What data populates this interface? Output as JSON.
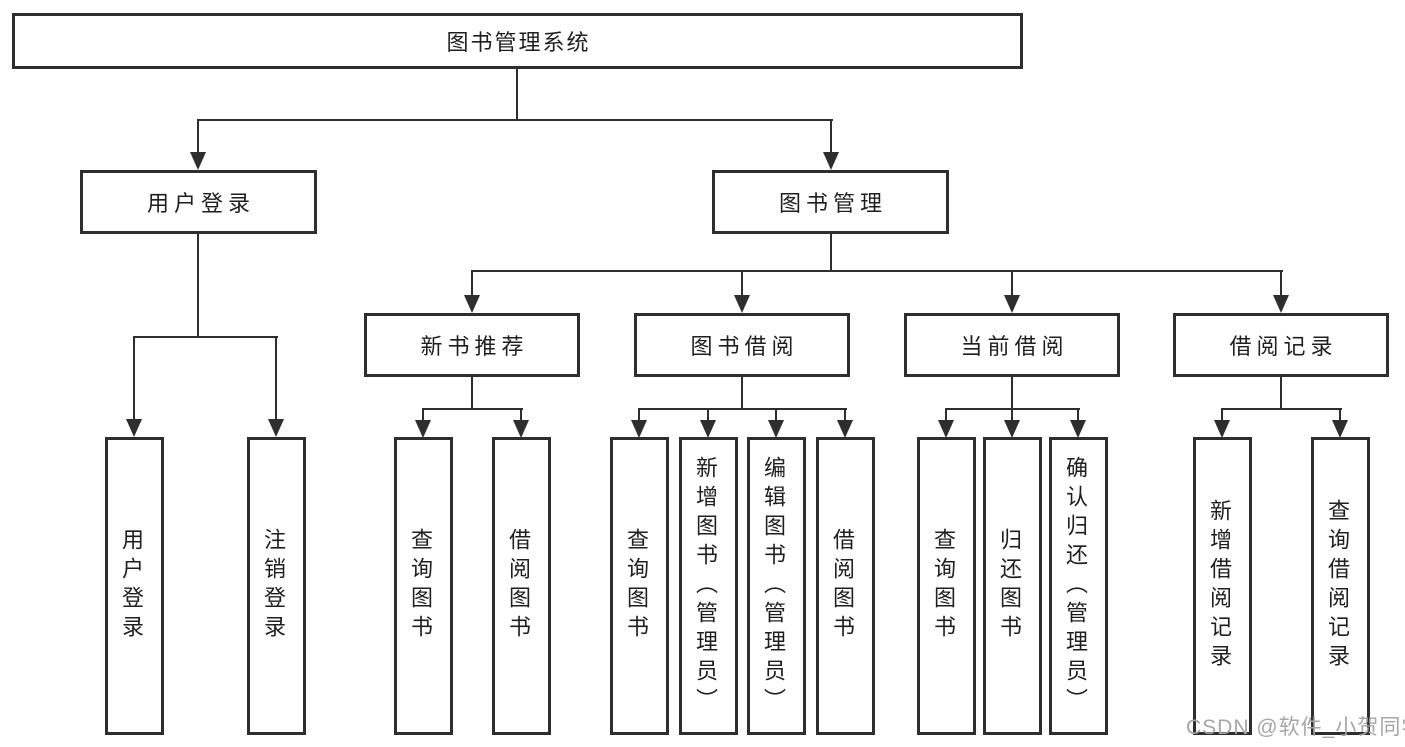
{
  "colors": {
    "background": "#ffffff",
    "line": "#2e2e2e",
    "text": "#1f1f1f",
    "watermark": "#a6a6a6"
  },
  "nodes": {
    "root": "图书管理系统",
    "l2": [
      {
        "label": "用户登录",
        "leaves": [
          "用户登录",
          "注销登录"
        ]
      },
      {
        "label": "图书管理",
        "l3": [
          {
            "label": "新书推荐",
            "leaves": [
              "查询图书",
              "借阅图书"
            ]
          },
          {
            "label": "图书借阅",
            "leaves": [
              "查询图书",
              "新增图书（管理员）",
              "编辑图书（管理员）",
              "借阅图书"
            ]
          },
          {
            "label": "当前借阅",
            "leaves": [
              "查询图书",
              "归还图书",
              "确认归还（管理员）"
            ]
          },
          {
            "label": "借阅记录",
            "leaves": [
              "新增借阅记录",
              "查询借阅记录"
            ]
          }
        ]
      }
    ]
  },
  "watermark": {
    "text": "CSDN @软件_小贺同学"
  }
}
